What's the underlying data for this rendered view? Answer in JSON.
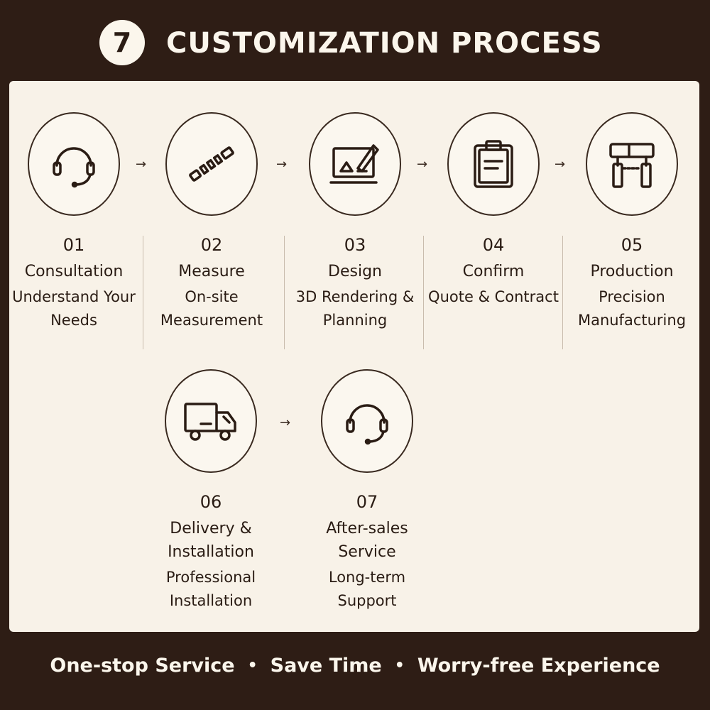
{
  "header": {
    "badge": "7",
    "title": "CUSTOMIZATION PROCESS"
  },
  "steps": [
    {
      "number": "01",
      "name": "Consultation",
      "desc": "Understand Your Needs",
      "icon": "headset-icon"
    },
    {
      "number": "02",
      "name": "Measure",
      "desc": "On-site Measurement",
      "icon": "measuring-tape-icon"
    },
    {
      "number": "03",
      "name": "Design",
      "desc": "3D Rendering & Planning",
      "icon": "design-tablet-icon"
    },
    {
      "number": "04",
      "name": "Confirm",
      "desc": "Quote & Contract",
      "icon": "clipboard-icon"
    },
    {
      "number": "05",
      "name": "Production",
      "desc": "Precision Manufacturing",
      "icon": "machine-icon"
    },
    {
      "number": "06",
      "name": "Delivery & Installation",
      "desc": "Professional Installation",
      "icon": "truck-icon"
    },
    {
      "number": "07",
      "name": "After-sales Service",
      "desc": "Long-term Support",
      "icon": "headset-icon"
    }
  ],
  "arrow": "→",
  "footer": {
    "items": [
      "One-stop Service",
      "Save Time",
      "Worry-free Experience"
    ],
    "separator": "•"
  }
}
